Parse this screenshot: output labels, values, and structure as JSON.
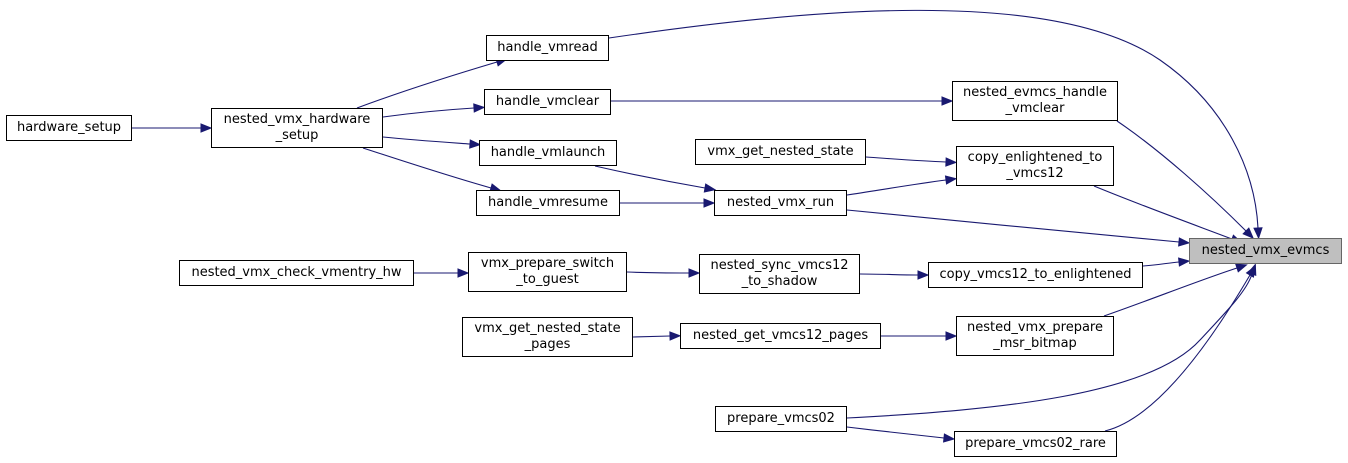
{
  "colors": {
    "edge": "#191970",
    "focus_fill": "#bfbfbf",
    "node_border": "#000000"
  },
  "graph": {
    "focus": "nested_vmx_evmcs",
    "nodes": {
      "nested_vmx_evmcs": "nested_vmx_evmcs",
      "hardware_setup": "hardware_setup",
      "nested_vmx_hardware_setup": "nested_vmx_hardware\n_setup",
      "handle_vmread": "handle_vmread",
      "handle_vmclear": "handle_vmclear",
      "handle_vmlaunch": "handle_vmlaunch",
      "handle_vmresume": "handle_vmresume",
      "nested_evmcs_handle_vmclear": "nested_evmcs_handle\n_vmclear",
      "vmx_get_nested_state": "vmx_get_nested_state",
      "copy_enlightened_to_vmcs12": "copy_enlightened_to\n_vmcs12",
      "nested_vmx_run": "nested_vmx_run",
      "nested_vmx_check_vmentry_hw": "nested_vmx_check_vmentry_hw",
      "vmx_prepare_switch_to_guest": "vmx_prepare_switch\n_to_guest",
      "nested_sync_vmcs12_to_shadow": "nested_sync_vmcs12\n_to_shadow",
      "copy_vmcs12_to_enlightened": "copy_vmcs12_to_enlightened",
      "vmx_get_nested_state_pages": "vmx_get_nested_state\n_pages",
      "nested_get_vmcs12_pages": "nested_get_vmcs12_pages",
      "nested_vmx_prepare_msr_bitmap": "nested_vmx_prepare\n_msr_bitmap",
      "prepare_vmcs02": "prepare_vmcs02",
      "prepare_vmcs02_rare": "prepare_vmcs02_rare"
    },
    "edges": [
      [
        "hardware_setup",
        "nested_vmx_hardware_setup"
      ],
      [
        "nested_vmx_hardware_setup",
        "handle_vmread"
      ],
      [
        "nested_vmx_hardware_setup",
        "handle_vmclear"
      ],
      [
        "nested_vmx_hardware_setup",
        "handle_vmlaunch"
      ],
      [
        "nested_vmx_hardware_setup",
        "handle_vmresume"
      ],
      [
        "handle_vmread",
        "nested_vmx_evmcs"
      ],
      [
        "handle_vmclear",
        "nested_evmcs_handle_vmclear"
      ],
      [
        "nested_evmcs_handle_vmclear",
        "nested_vmx_evmcs"
      ],
      [
        "handle_vmlaunch",
        "nested_vmx_run"
      ],
      [
        "handle_vmresume",
        "nested_vmx_run"
      ],
      [
        "vmx_get_nested_state",
        "copy_enlightened_to_vmcs12"
      ],
      [
        "nested_vmx_run",
        "copy_enlightened_to_vmcs12"
      ],
      [
        "copy_enlightened_to_vmcs12",
        "nested_vmx_evmcs"
      ],
      [
        "nested_vmx_run",
        "nested_vmx_evmcs"
      ],
      [
        "nested_vmx_check_vmentry_hw",
        "vmx_prepare_switch_to_guest"
      ],
      [
        "vmx_prepare_switch_to_guest",
        "nested_sync_vmcs12_to_shadow"
      ],
      [
        "nested_sync_vmcs12_to_shadow",
        "copy_vmcs12_to_enlightened"
      ],
      [
        "copy_vmcs12_to_enlightened",
        "nested_vmx_evmcs"
      ],
      [
        "vmx_get_nested_state_pages",
        "nested_get_vmcs12_pages"
      ],
      [
        "nested_get_vmcs12_pages",
        "nested_vmx_prepare_msr_bitmap"
      ],
      [
        "nested_vmx_prepare_msr_bitmap",
        "nested_vmx_evmcs"
      ],
      [
        "prepare_vmcs02",
        "nested_vmx_evmcs"
      ],
      [
        "prepare_vmcs02",
        "prepare_vmcs02_rare"
      ],
      [
        "prepare_vmcs02_rare",
        "nested_vmx_evmcs"
      ]
    ]
  }
}
